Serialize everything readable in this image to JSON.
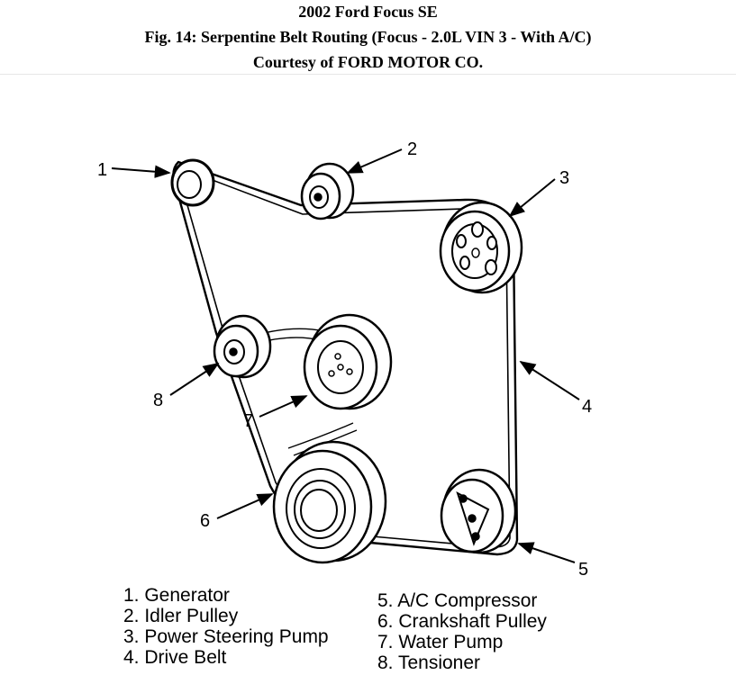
{
  "header": {
    "title": "2002 Ford Focus SE",
    "figure_caption": "Fig. 14: Serpentine Belt Routing (Focus - 2.0L VIN 3 - With A/C)",
    "courtesy": "Courtesy of FORD MOTOR CO."
  },
  "callouts": [
    "1",
    "2",
    "3",
    "4",
    "5",
    "6",
    "7",
    "8"
  ],
  "legend": {
    "left": [
      "1. Generator",
      "2. Idler Pulley",
      "3. Power Steering Pump",
      "4. Drive Belt"
    ],
    "right": [
      "5. A/C Compressor",
      "6. Crankshaft Pulley",
      "7. Water Pump",
      "8. Tensioner"
    ]
  }
}
